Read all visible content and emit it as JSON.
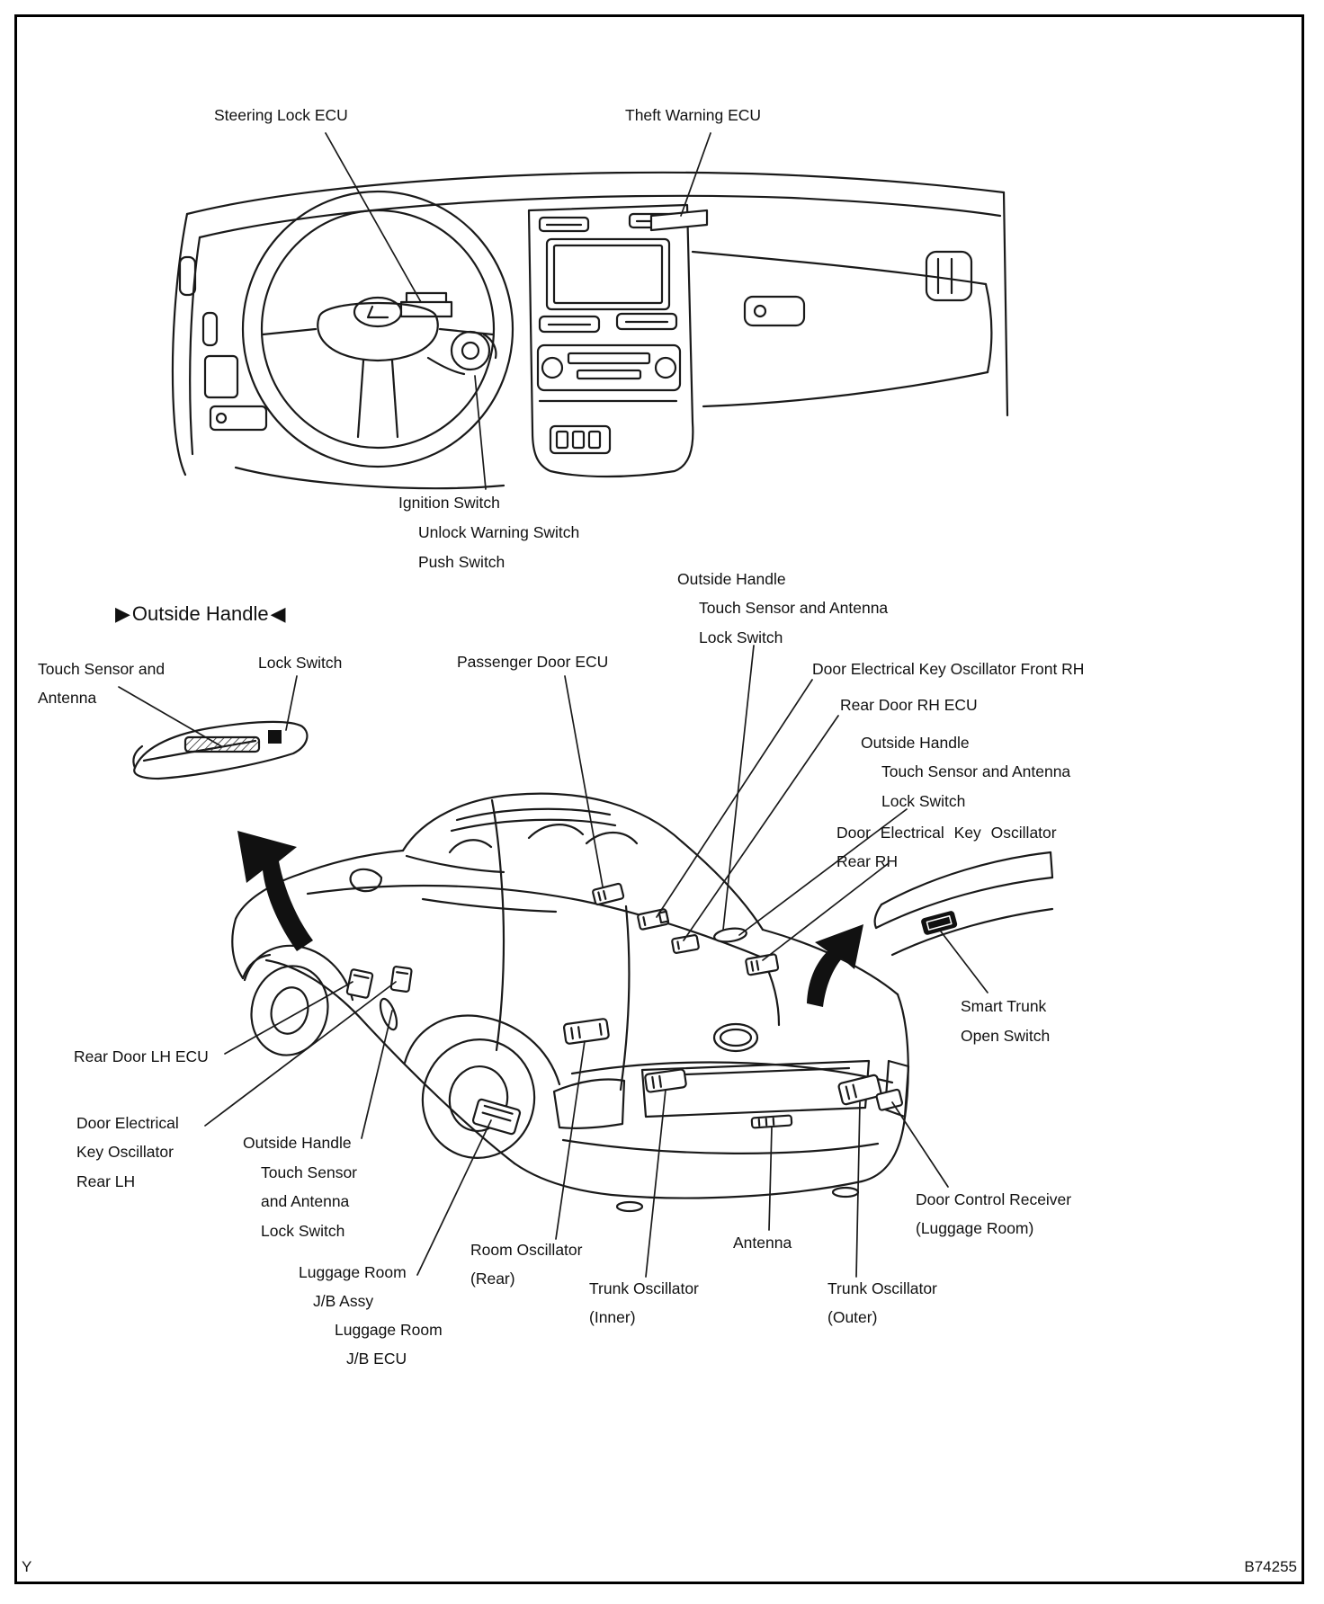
{
  "figure": {
    "corner_mark": "Y",
    "figure_number": "B74255"
  },
  "markers": {
    "left_arrow": "▶",
    "right_arrow": "◀"
  },
  "colors": {
    "line": "#1a1a1a",
    "dark_fill": "#111111",
    "background": "#ffffff"
  },
  "labels": {
    "steering_lock_ecu": "Steering Lock ECU",
    "theft_warning_ecu": "Theft Warning ECU",
    "ignition_switch": "Ignition Switch",
    "unlock_warning_switch": "Unlock Warning Switch",
    "push_switch": "Push Switch",
    "outside_handle_title": "Outside Handle",
    "touch_sensor_and": "Touch Sensor and",
    "antenna_word": "Antenna",
    "lock_switch_detail": "Lock Switch",
    "passenger_door_ecu": "Passenger Door ECU",
    "oh_center_1": "Outside Handle",
    "oh_center_2": "Touch Sensor and Antenna",
    "oh_center_3": "Lock Switch",
    "key_osc_front_rh": "Door Electrical Key Oscillator Front RH",
    "rear_door_rh_ecu": "Rear Door RH ECU",
    "oh_right_1": "Outside Handle",
    "oh_right_2": "Touch Sensor and Antenna",
    "oh_right_3": "Lock Switch",
    "key_osc_rear_rh_1": "Door Electrical Key Oscillator",
    "key_osc_rear_rh_2": "Rear RH",
    "smart_trunk_1": "Smart Trunk",
    "smart_trunk_2": "Open Switch",
    "rear_door_lh_ecu": "Rear Door LH ECU",
    "key_osc_rear_lh_1": "Door Electrical",
    "key_osc_rear_lh_2": "Key Oscillator",
    "key_osc_rear_lh_3": "Rear LH",
    "oh_bl_1": "Outside Handle",
    "oh_bl_2": "Touch Sensor",
    "oh_bl_3": "and Antenna",
    "oh_bl_4": "Lock Switch",
    "luggage_jb_assy_1": "Luggage Room",
    "luggage_jb_assy_2": "J/B Assy",
    "luggage_jb_ecu_1": "Luggage Room",
    "luggage_jb_ecu_2": "J/B ECU",
    "room_osc_1": "Room Oscillator",
    "room_osc_2": "(Rear)",
    "trunk_osc_inner_1": "Trunk Oscillator",
    "trunk_osc_inner_2": "(Inner)",
    "antenna": "Antenna",
    "trunk_osc_outer_1": "Trunk Oscillator",
    "trunk_osc_outer_2": "(Outer)",
    "door_ctrl_recv_1": "Door Control Receiver",
    "door_ctrl_recv_2": "(Luggage Room)"
  }
}
